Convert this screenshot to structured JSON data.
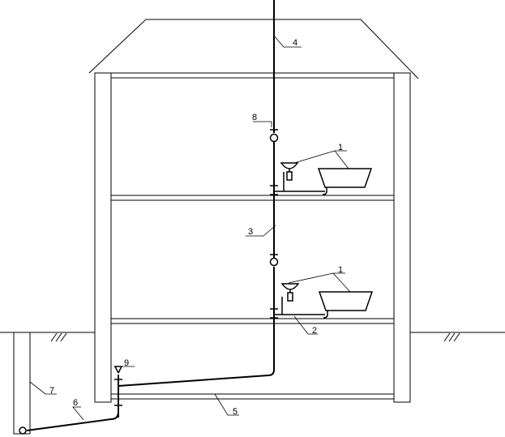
{
  "diagram": {
    "labels": {
      "fixture_upper": "1",
      "fixture_lower": "1",
      "branch_pipe": "2",
      "riser": "3",
      "vent_stack": "4",
      "collector": "5",
      "outlet": "6",
      "manhole": "7",
      "revision": "8",
      "cleanout": "9"
    },
    "colors": {
      "line": "#000000",
      "background": "#ffffff"
    }
  }
}
